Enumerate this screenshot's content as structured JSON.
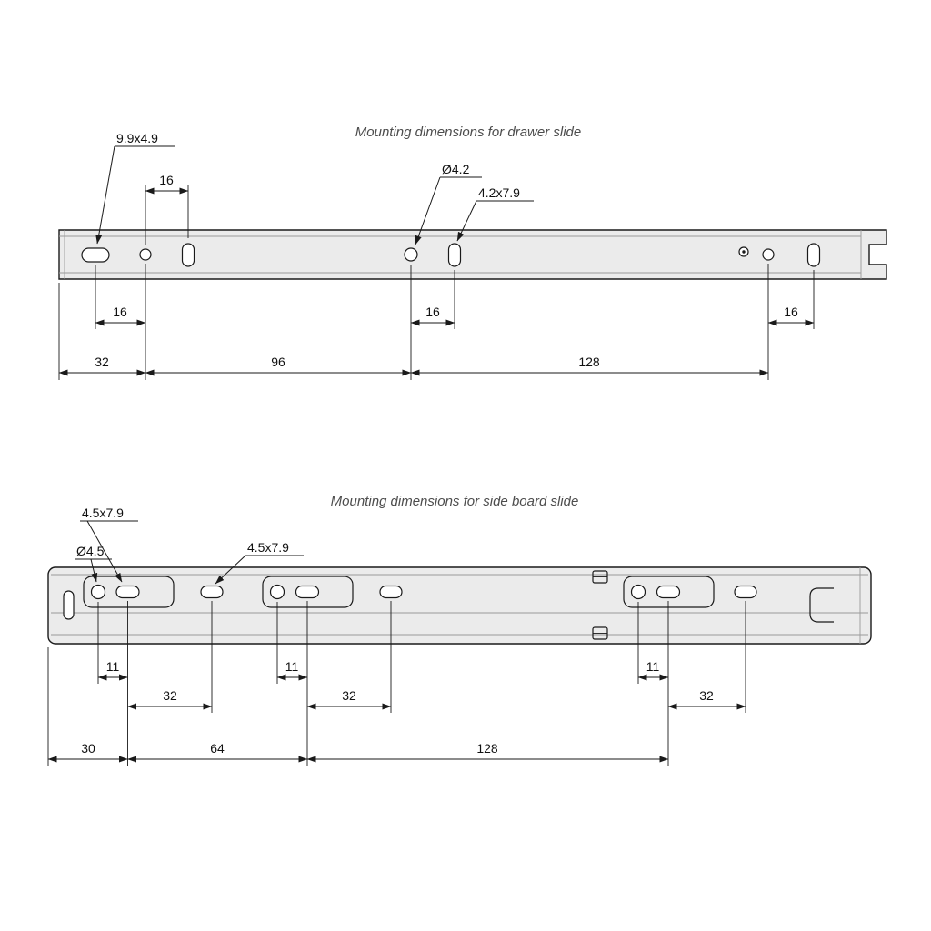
{
  "drawing_top": {
    "title": "Mounting dimensions for drawer slide",
    "callouts": {
      "slot": "9.9x4.9",
      "hole": "Ø4.2",
      "vslot": "4.2x7.9"
    },
    "pitch_dim_above": "16",
    "pitch_dims_below": [
      "16",
      "16",
      "16"
    ],
    "spacing_dims": [
      "32",
      "96",
      "128"
    ]
  },
  "drawing_bottom": {
    "title": "Mounting dimensions for side board slide",
    "callouts": {
      "slot_front": "4.5x7.9",
      "hole": "Ø4.5",
      "slot_mid": "4.5x7.9"
    },
    "offset_dims": [
      "11",
      "11",
      "11"
    ],
    "pitch_dims": [
      "32",
      "32",
      "32"
    ],
    "spacing_dims": [
      "30",
      "64",
      "128"
    ]
  },
  "colors": {
    "background": "#ffffff",
    "line": "#1a1a1a",
    "rail_fill": "#ebebeb",
    "rail_inner_line": "#9a9a9a",
    "title_text": "#4d4d4d",
    "dim_text": "#111111"
  }
}
